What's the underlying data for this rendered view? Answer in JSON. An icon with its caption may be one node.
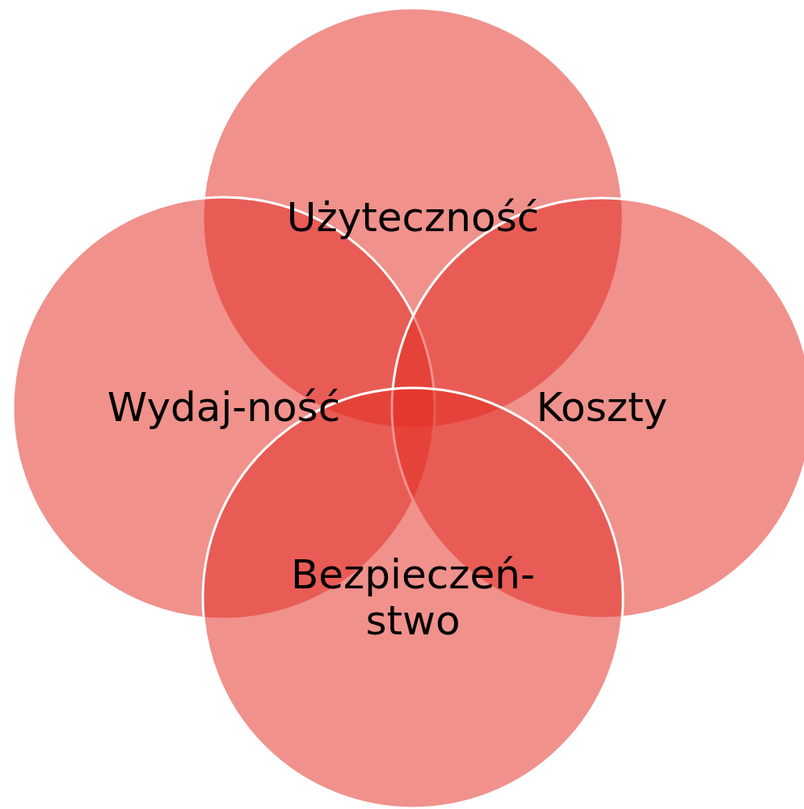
{
  "diagram": {
    "nodes": [
      {
        "text": [
          "Użyteczność"
        ]
      },
      {
        "text": [
          "Wydaj-ność"
        ]
      },
      {
        "text": [
          "Koszty"
        ]
      },
      {
        "text": [
          "Bezpieczeń- stwo"
        ]
      }
    ]
  }
}
